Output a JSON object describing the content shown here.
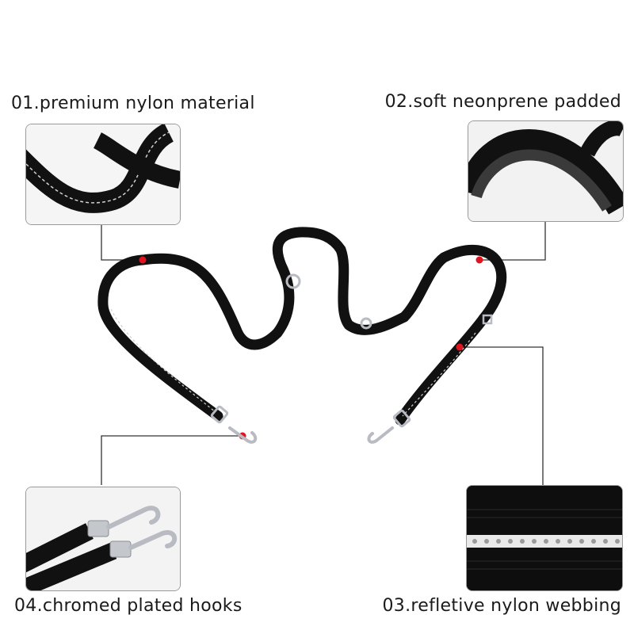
{
  "features": {
    "f1": {
      "label": "01.premium nylon material",
      "icon": "nylon-strap-closeup"
    },
    "f2": {
      "label": "02.soft neonprene padded",
      "icon": "neoprene-handle-closeup"
    },
    "f3": {
      "label": "03.refletive nylon webbing",
      "icon": "reflective-webbing-closeup"
    },
    "f4": {
      "label": "04.chromed plated hooks",
      "icon": "chrome-hooks-closeup"
    }
  },
  "colors": {
    "leash": "#111111",
    "stitch": "#cfcfcf",
    "marker": "#e0141e",
    "metal": "#b8bcc2",
    "callout_line": "#333333"
  }
}
